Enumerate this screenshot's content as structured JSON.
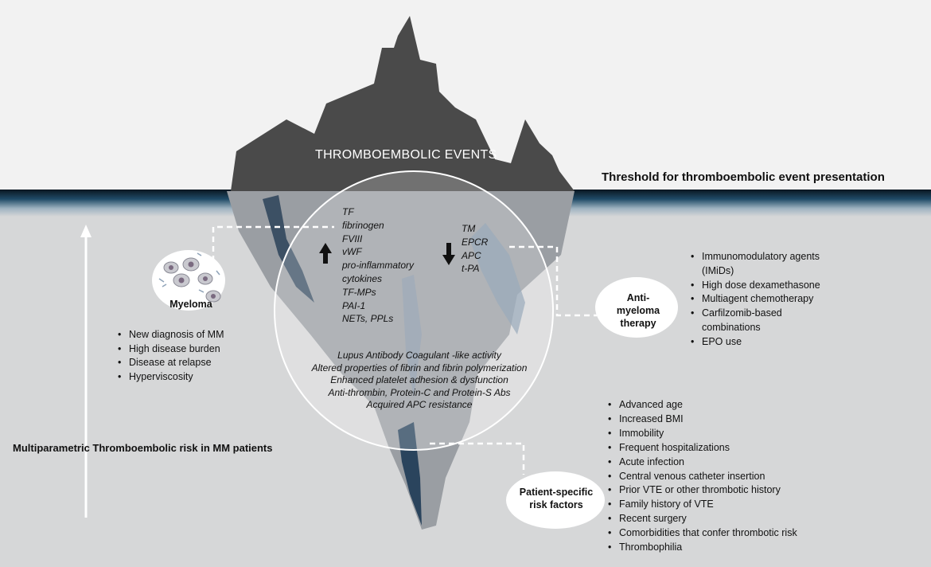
{
  "diagram": {
    "top_label": "THROMBOEMBOLIC EVENTS",
    "threshold_label": "Threshold for thromboembolic event presentation",
    "left_axis_label": "Multiparametric Thromboembolic risk in MM patients",
    "myeloma": {
      "label": "Myeloma",
      "items": [
        "New diagnosis of MM",
        "High disease burden",
        "Disease at relapse",
        "Hyperviscosity"
      ]
    },
    "increased_factors": [
      "TF",
      "fibrinogen",
      "FVIII",
      "vWF",
      "pro-inflammatory",
      "cytokines",
      "TF-MPs",
      "PAI-1",
      "NETs, PPLs"
    ],
    "decreased_factors": [
      "TM",
      "EPCR",
      "APC",
      "t-PA"
    ],
    "mechanisms": [
      "Lupus Antibody Coagulant -like activity",
      "Altered properties of fibrin and fibrin polymerization",
      "Enhanced platelet adhesion & dysfunction",
      "Anti-thrombin, Protein-C and Protein-S Abs",
      "Acquired APC resistance"
    ],
    "anti_myeloma": {
      "label_lines": [
        "Anti-",
        "myeloma",
        "therapy"
      ],
      "items": [
        "Immunomodulatory agents (IMiDs)",
        "High dose dexamethasone",
        "Multiagent chemotherapy",
        "Carfilzomib-based combinations",
        "EPO use"
      ]
    },
    "patient": {
      "label_lines": [
        "Patient-specific",
        "risk factors"
      ],
      "items": [
        "Advanced age",
        "Increased BMI",
        "Immobility",
        "Frequent hospitalizations",
        "Acute infection",
        "Central venous catheter insertion",
        "Prior VTE or other thrombotic history",
        "Family history of VTE",
        "Recent surgery",
        "Comorbidities that confer thrombotic risk",
        "Thrombophilia"
      ]
    }
  },
  "colors": {
    "sky": "#f2f2f2",
    "water_top": "#0c1d2a",
    "water_body": "#d6d7d8",
    "iceberg_top": "#4a4a4a",
    "iceberg_under": "#9a9ea3",
    "iceberg_under_dark": "#1e3a55",
    "ice_stripe": "#7e93a8"
  }
}
